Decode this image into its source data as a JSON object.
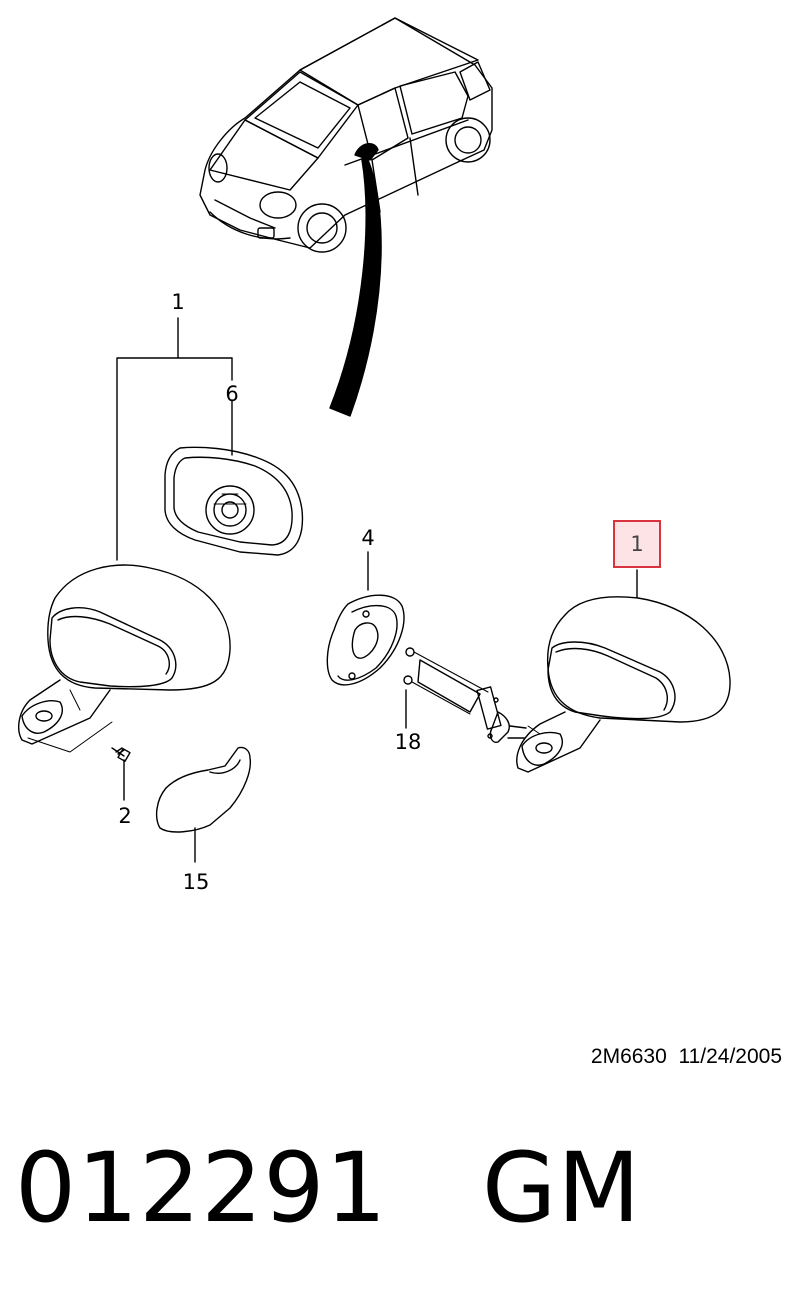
{
  "callouts": {
    "c1_left": "1",
    "c6": "6",
    "c4": "4",
    "c1_right": "1",
    "c18": "18",
    "c2": "2",
    "c15": "15"
  },
  "doc_ref": {
    "code": "2M6630",
    "date": "11/24/2005"
  },
  "footer": {
    "part_number": "012291",
    "brand": "GM"
  },
  "colors": {
    "highlight_border": "#d9333f",
    "highlight_fill": "#fde3e6"
  }
}
